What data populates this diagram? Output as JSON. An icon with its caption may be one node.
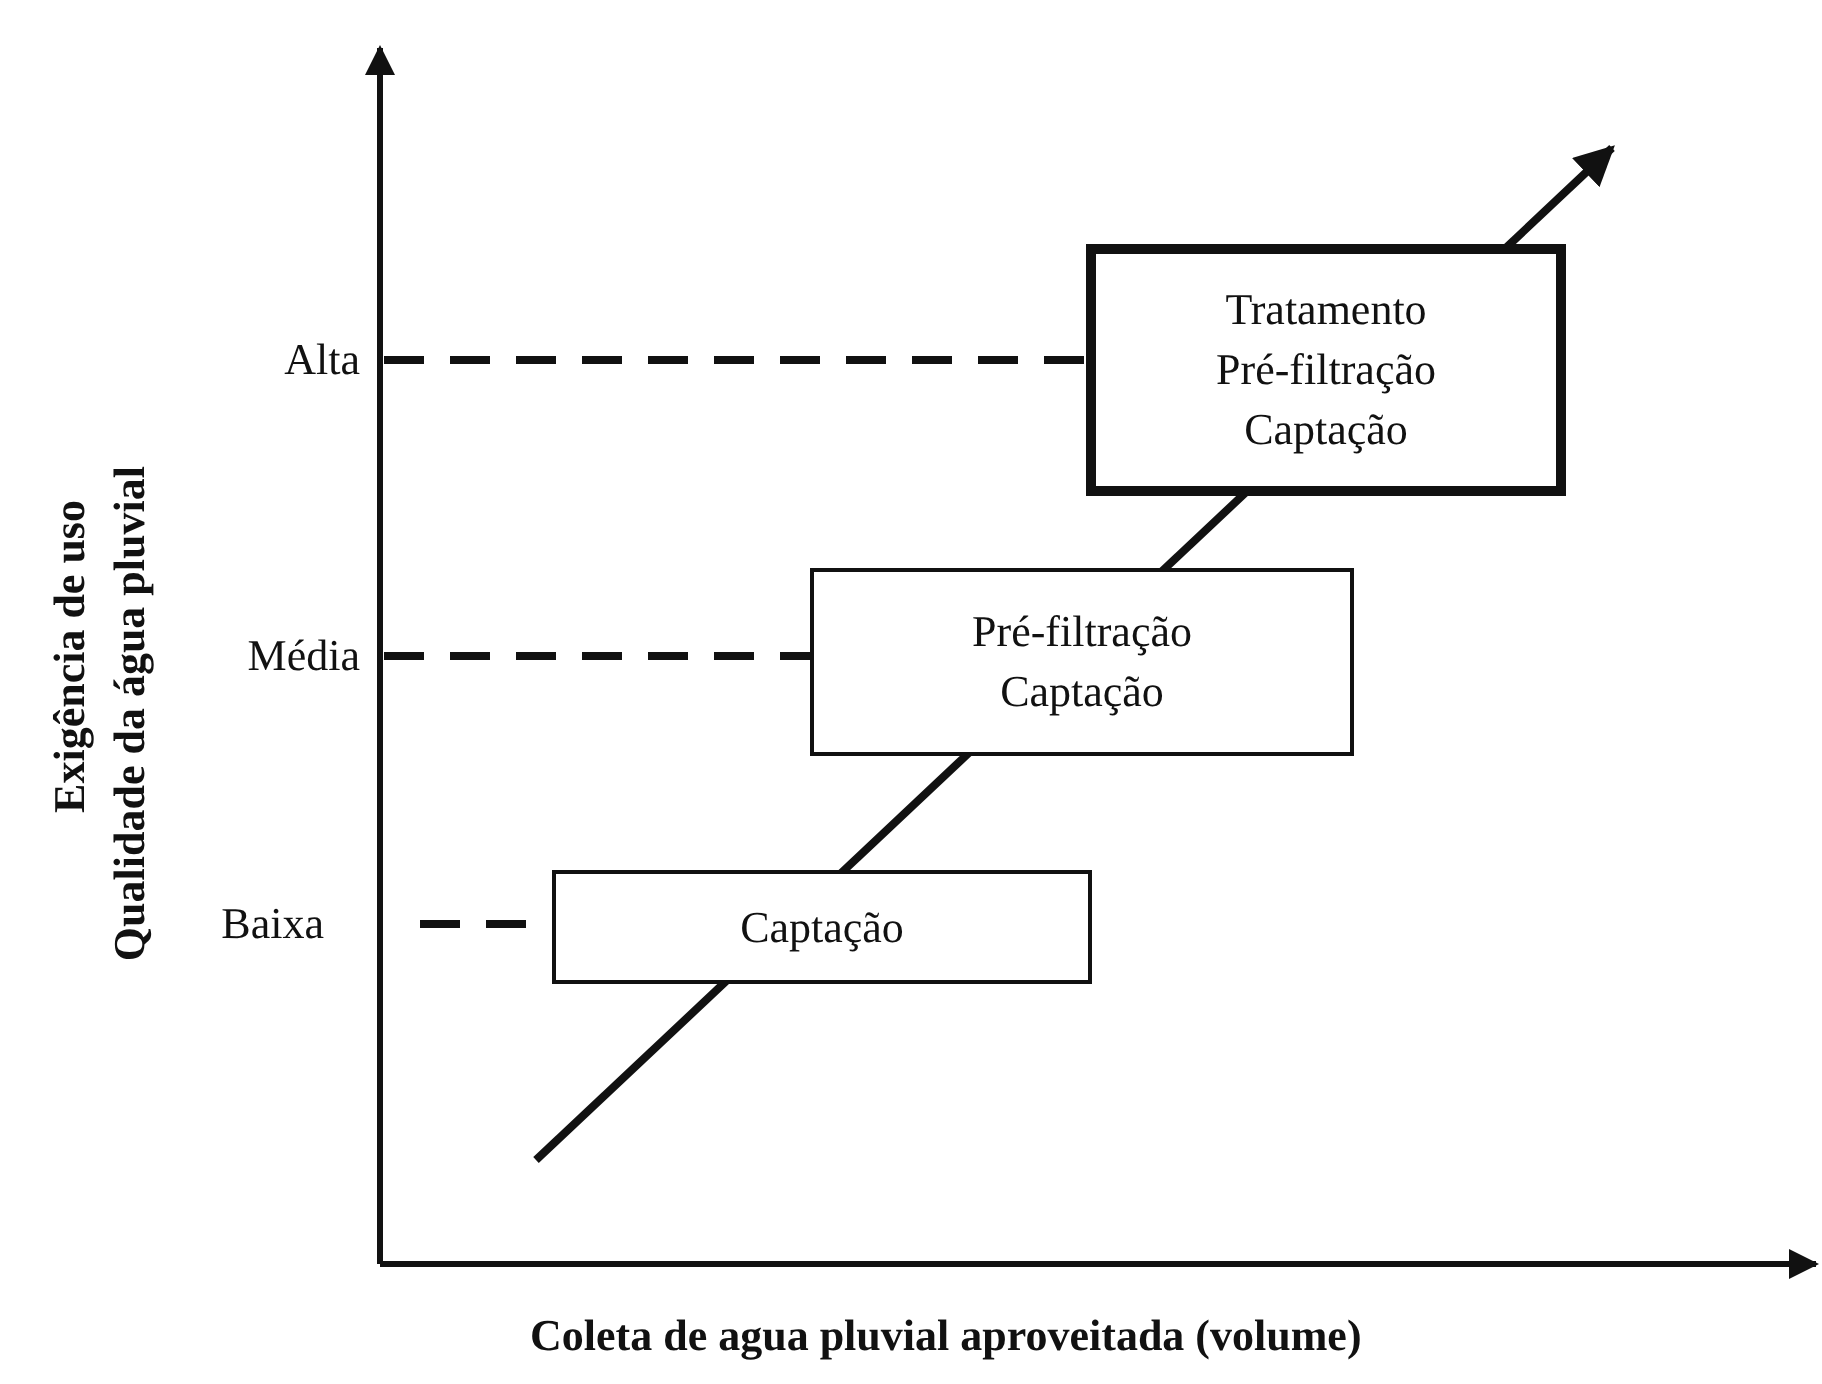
{
  "diagram": {
    "nodes": [
      {
        "text": [
          "Alta"
        ]
      },
      {
        "text": [
          "Tratamento",
          "Pré-filtração",
          "Captação"
        ]
      },
      {
        "text": [
          "Média"
        ]
      },
      {
        "text": [
          "Pré-filtração",
          "Captação"
        ]
      },
      {
        "text": [
          "Baixa"
        ]
      },
      {
        "text": [
          "Captação"
        ]
      }
    ],
    "edges": [
      {
        "from": 0,
        "to": 1,
        "arrow": "none",
        "style": "dashed"
      },
      {
        "from": 2,
        "to": 3,
        "arrow": "none",
        "style": "dashed"
      },
      {
        "from": 4,
        "to": 5,
        "arrow": "none",
        "style": "dashed"
      }
    ],
    "labels": [
      "Exigência de uso",
      "Qualidade da água pluvial",
      "Coleta de agua pluvial aproveitada (volume)"
    ]
  }
}
